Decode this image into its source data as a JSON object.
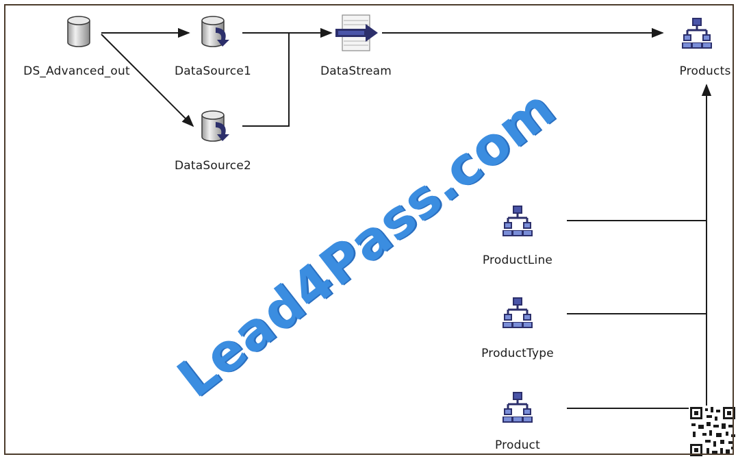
{
  "diagram": {
    "nodes": {
      "ds_advanced_out": {
        "label": "DS_Advanced_out",
        "icon": "database-cylinder-icon"
      },
      "datasource1": {
        "label": "DataSource1",
        "icon": "datasource-icon"
      },
      "datasource2": {
        "label": "DataSource2",
        "icon": "datasource-icon"
      },
      "datastream": {
        "label": "DataStream",
        "icon": "datastream-icon"
      },
      "products": {
        "label": "Products",
        "icon": "hierarchy-icon"
      },
      "productline": {
        "label": "ProductLine",
        "icon": "hierarchy-icon"
      },
      "producttype": {
        "label": "ProductType",
        "icon": "hierarchy-icon"
      },
      "product": {
        "label": "Product",
        "icon": "hierarchy-icon"
      }
    },
    "edges": [
      {
        "from": "DS_Advanced_out",
        "to": "DataSource1"
      },
      {
        "from": "DS_Advanced_out",
        "to": "DataSource2"
      },
      {
        "from": "DataSource1",
        "to": "DataStream"
      },
      {
        "from": "DataSource2",
        "to": "DataStream"
      },
      {
        "from": "DataStream",
        "to": "Products"
      },
      {
        "from": "ProductLine",
        "to": "Products"
      },
      {
        "from": "ProductType",
        "to": "Products"
      },
      {
        "from": "Product",
        "to": "Products"
      }
    ]
  },
  "watermark": {
    "text": "Lead4Pass.com"
  },
  "colors": {
    "line": "#1a1a1a",
    "icon_dark": "#2c2f6b",
    "icon_light": "#7a8ed8",
    "cylinder_fill": "#d8d8d8",
    "watermark": "#3b8de0"
  }
}
